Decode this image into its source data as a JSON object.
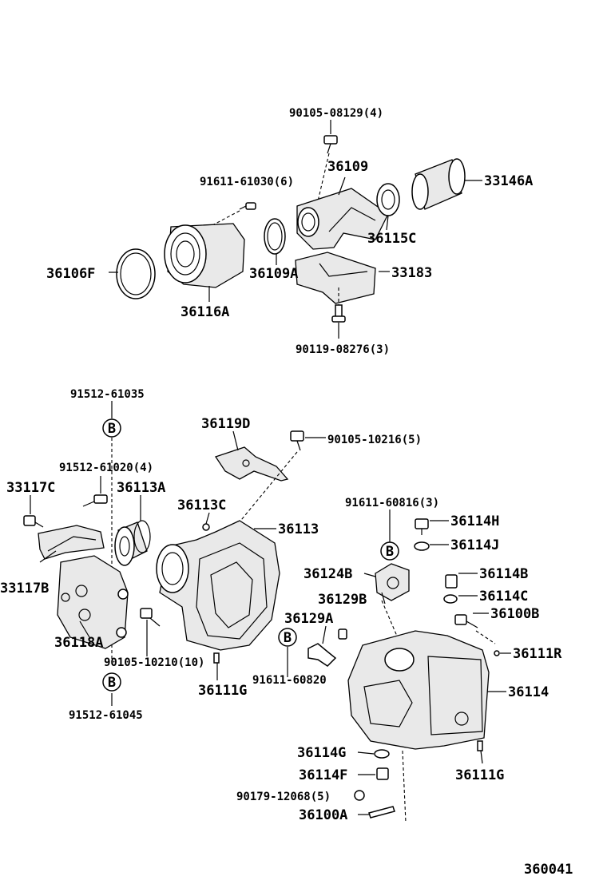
{
  "labels": {
    "l_90105_08129": "90105-08129(4)",
    "l_36109": "36109",
    "l_91611_61030": "91611-61030(6)",
    "l_33146A": "33146A",
    "l_36115C": "36115C",
    "l_36106F": "36106F",
    "l_36109A": "36109A",
    "l_33183": "33183",
    "l_36116A": "36116A",
    "l_90119_08276": "90119-08276(3)",
    "l_91512_61035": "91512-61035",
    "l_36119D": "36119D",
    "l_90105_10216": "90105-10216(5)",
    "l_91512_61020": "91512-61020(4)",
    "l_33117C": "33117C",
    "l_36113A": "36113A",
    "l_36113C": "36113C",
    "l_36113": "36113",
    "l_91611_60816": "91611-60816(3)",
    "l_36114H": "36114H",
    "l_36114J": "36114J",
    "l_33117B": "33117B",
    "l_36124B": "36124B",
    "l_36114B": "36114B",
    "l_36129B": "36129B",
    "l_36114C": "36114C",
    "l_36129A": "36129A",
    "l_36100B": "36100B",
    "l_36118A": "36118A",
    "l_36111R": "36111R",
    "l_90105_10210": "90105-10210(10)",
    "l_91611_60820": "91611-60820",
    "l_36111G_a": "36111G",
    "l_36114": "36114",
    "l_91512_61045": "91512-61045",
    "l_36114G": "36114G",
    "l_36114F": "36114F",
    "l_36111G_b": "36111G",
    "l_90179_12068": "90179-12068(5)",
    "l_36100A": "36100A",
    "l_diagram_code": "360041"
  },
  "markers": {
    "b1": "B",
    "b2": "B",
    "b3": "B",
    "b4": "B"
  }
}
